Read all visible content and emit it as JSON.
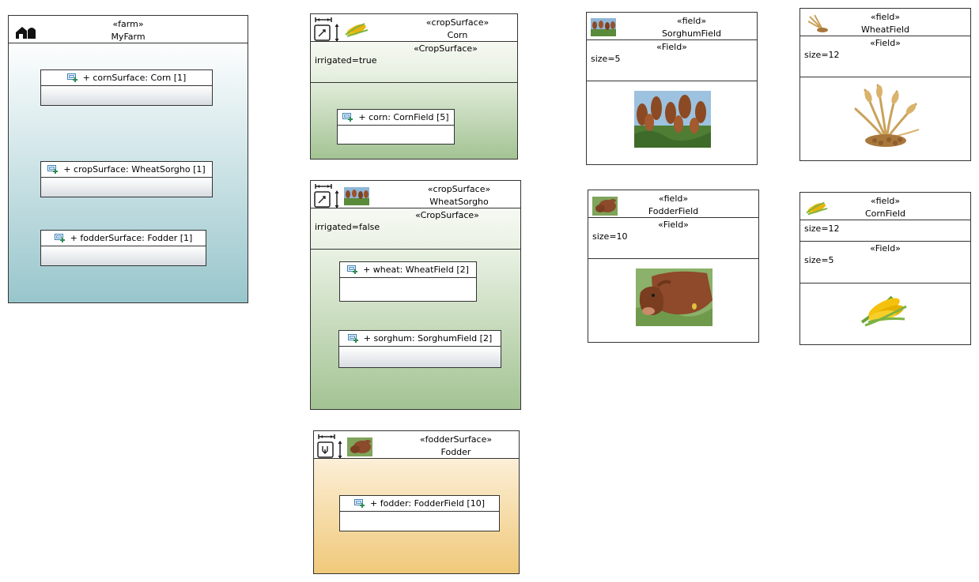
{
  "farm": {
    "stereotype": "«farm»",
    "name": "MyFarm",
    "parts": [
      "+ cornSurface: Corn [1]",
      "+ cropSurface: WheatSorgho [1]",
      "+ fodderSurface: Fodder [1]"
    ]
  },
  "corn": {
    "stereotype": "«cropSurface»",
    "name": "Corn",
    "attr_stereotype": "«CropSurface»",
    "attr": "irrigated=true",
    "parts": [
      "+ corn: CornField [5]"
    ]
  },
  "wheatsorgho": {
    "stereotype": "«cropSurface»",
    "name": "WheatSorgho",
    "attr_stereotype": "«CropSurface»",
    "attr": "irrigated=false",
    "parts": [
      "+ wheat: WheatField [2]",
      "+ sorghum: SorghumField [2]"
    ]
  },
  "fodder": {
    "stereotype": "«fodderSurface»",
    "name": "Fodder",
    "parts": [
      "+ fodder: FodderField [10]"
    ]
  },
  "sorghumfield": {
    "stereotype": "«field»",
    "name": "SorghumField",
    "attr_stereotype": "«Field»",
    "attr": "size=5"
  },
  "wheatfield": {
    "stereotype": "«field»",
    "name": "WheatField",
    "attr_stereotype": "«Field»",
    "attr": "size=12"
  },
  "fodderfield": {
    "stereotype": "«field»",
    "name": "FodderField",
    "attr_stereotype": "«Field»",
    "attr": "size=10"
  },
  "cornfield": {
    "stereotype": "«field»",
    "name": "CornField",
    "attr": "size=12",
    "attr_stereotype2": "«Field»",
    "attr2": "size=5"
  },
  "colors": {
    "farm_gradient_bottom": "#98c6cc",
    "crop_gradient_bottom": "#a3c393",
    "fodder_gradient_bottom": "#f0c97a",
    "part_icon": "#2e8b57"
  },
  "icons": [
    "barn-icon",
    "part-icon",
    "resize-icon",
    "crop-tool-icon",
    "fodder-tool-icon"
  ]
}
